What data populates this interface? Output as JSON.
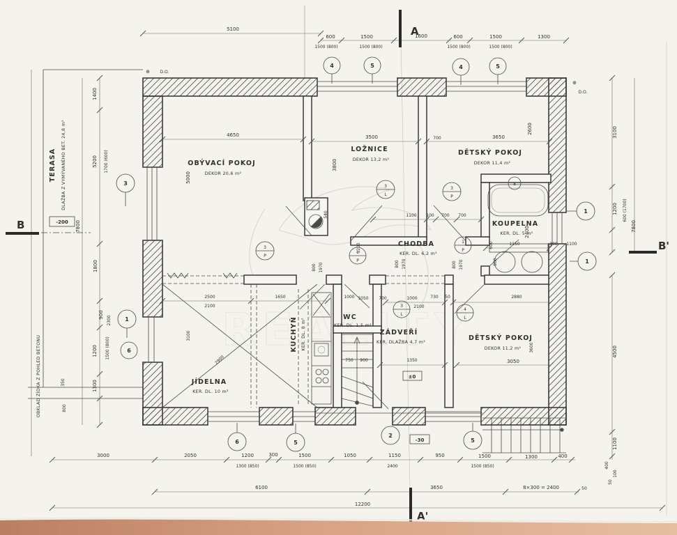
{
  "watermark": "REALITY",
  "rooms": [
    {
      "name": "OBÝVACÍ POKOJ",
      "spec": "DEKOR 20,6 m²"
    },
    {
      "name": "LOŽNICE",
      "spec": "DEKOR 13,2 m²"
    },
    {
      "name": "DĚTSKÝ POKOJ",
      "spec": "DEKOR 11,4 m²"
    },
    {
      "name": "KOUPELNA",
      "spec": "KER. DL. 5 m²"
    },
    {
      "name": "CHODBA",
      "spec": "KER. DL. 6,2 m²"
    },
    {
      "name": "JÍDELNA",
      "spec": "KER. DL. 10 m²"
    },
    {
      "name": "KUCHYŇ",
      "spec": "KER. DL. 8 m²"
    },
    {
      "name": "WC",
      "spec": "KER. DL. 1,5 m²"
    },
    {
      "name": "ZÁDVEŘÍ",
      "spec": "KER. DLAŽBA 4,7 m²"
    },
    {
      "name": "DĚTSKÝ POKOJ",
      "spec": "DEKOR 11,2 m²"
    },
    {
      "name": "TERASA",
      "spec": "DLAŽBA Z VYMÝVANÉHO BET. 24,8 m²"
    }
  ],
  "labels": {
    "side_note": "OBKLAD ZÍDKA Z POHLED BETONU",
    "do": "D.O.",
    "datum": "⊕",
    "level_terrace": "-200",
    "level_entry": "±0",
    "level_porch": "-30"
  },
  "markers": {
    "a": "A",
    "a2": "A'",
    "b": "B",
    "b2": "B'"
  },
  "dims": {
    "top": [
      "5100",
      "600",
      "1500",
      "1600",
      "600",
      "1500",
      "1300"
    ],
    "top_sub": [
      "1500 (800)",
      "1500 (800)",
      "1500 (800)",
      "1500 (800)"
    ],
    "left": [
      "1400",
      "5200",
      "1700 (600)",
      "1800",
      "900",
      "2300",
      "1200",
      "1500 (800)",
      "1300"
    ],
    "left_total": "7800",
    "right": [
      "3100",
      "1200",
      "600 (1700)",
      "4500",
      "1100",
      "400",
      "100",
      "50"
    ],
    "right_total": "7800",
    "bottom": [
      "3000",
      "2050",
      "1200",
      "300",
      "1500",
      "1050",
      "1150",
      "950",
      "1500",
      "1300",
      "400"
    ],
    "bottom_sub": [
      "1300 (850)",
      "1500 (850)",
      "2400",
      "1500 (850)"
    ],
    "bottom2": [
      "6100",
      "3650",
      "8×300 = 2400",
      "50"
    ],
    "bottom_total": "12200",
    "interior": [
      "4650",
      "3500",
      "700",
      "3650",
      "5000",
      "3800",
      "2600",
      "2400",
      "1150",
      "300",
      "1100",
      "600",
      "800",
      "1100",
      "100",
      "700",
      "700",
      "540",
      "1200",
      "800",
      "1970",
      "800",
      "1970",
      "800",
      "1970",
      "1650",
      "1000",
      "1000",
      "2100",
      "730",
      "50",
      "2880",
      "3050",
      "3600",
      "2500",
      "2100",
      "2900",
      "3100",
      "1050",
      "700",
      "750",
      "900",
      "1350",
      "350",
      "800"
    ]
  },
  "circles": {
    "plain": [
      "3",
      "1",
      "6",
      "4",
      "5",
      "4",
      "5",
      "6",
      "5",
      "2",
      "5",
      "1",
      "1",
      "8"
    ],
    "doors": [
      {
        "n": "3",
        "l": "P"
      },
      {
        "n": "3",
        "l": "L"
      },
      {
        "n": "3",
        "l": "P"
      },
      {
        "n": "1",
        "l": "P"
      },
      {
        "n": "1",
        "l": "P"
      },
      {
        "n": "3",
        "l": "L"
      },
      {
        "n": "4",
        "l": "L"
      }
    ]
  }
}
